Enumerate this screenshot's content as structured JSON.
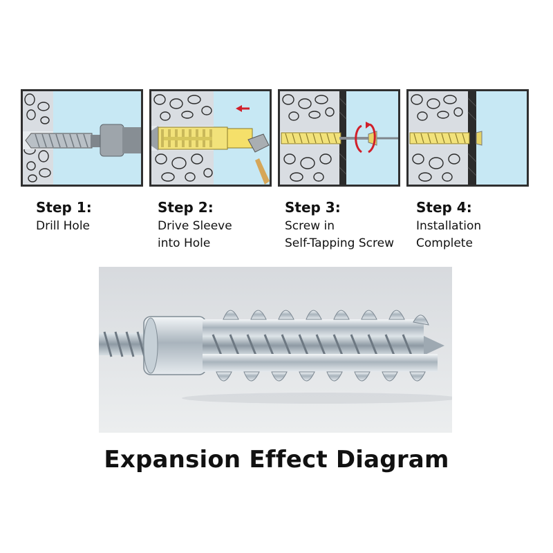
{
  "steps": [
    {
      "title": "Step 1:",
      "description_lines": [
        "Drill Hole"
      ]
    },
    {
      "title": "Step 2:",
      "description_lines": [
        "Drive Sleeve",
        "into Hole"
      ]
    },
    {
      "title": "Step 3:",
      "description_lines": [
        "Screw in",
        "Self-Tapping Screw"
      ]
    },
    {
      "title": "Step 4:",
      "description_lines": [
        "Installation",
        "Complete"
      ]
    }
  ],
  "caption": "Expansion Effect Diagram",
  "colors": {
    "panel_sky": "#c7e8f4",
    "wall": "#d9dde2",
    "stone_outline": "#2a2a2a",
    "sleeve_yellow": "#f2e27a",
    "arrow_red": "#d11f2a",
    "frame": "#2f2f2f",
    "text": "#111111"
  },
  "icons": {
    "step1": "drill-bit-icon",
    "step2": "hammer-icon",
    "step3": "rotation-arrow-icon",
    "step4": "installed-anchor-icon"
  }
}
